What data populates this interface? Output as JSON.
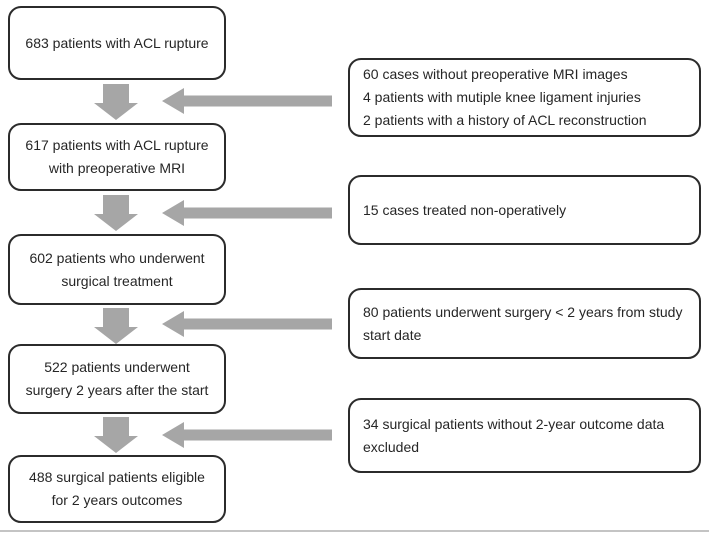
{
  "colors": {
    "arrow": "#a6a6a6",
    "box_border": "#2b2b2b",
    "text": "#262626",
    "background": "#ffffff",
    "bottom_rule": "#c4c4c4"
  },
  "flow_steps": [
    {
      "count": 683,
      "lines": [
        "683 patients with ACL rupture"
      ]
    },
    {
      "count": 617,
      "lines": [
        "617 patients with ACL rupture",
        "with preoperative MRI"
      ]
    },
    {
      "count": 602,
      "lines": [
        "602 patients who underwent",
        "surgical treatment"
      ]
    },
    {
      "count": 522,
      "lines": [
        "522 patients underwent",
        "surgery 2 years after the start"
      ]
    },
    {
      "count": 488,
      "lines": [
        "488 surgical patients eligible",
        "for 2 years outcomes"
      ]
    }
  ],
  "exclusions": [
    {
      "lines": [
        "60 cases without preoperative MRI images",
        "4 patients with mutiple knee ligament injuries",
        "2 patients with a history of ACL reconstruction"
      ]
    },
    {
      "lines": [
        "15 cases treated non-operatively"
      ]
    },
    {
      "lines": [
        "80 patients underwent surgery < 2 years from study",
        "start date"
      ]
    },
    {
      "lines": [
        "34 surgical patients without 2-year outcome data",
        "excluded"
      ]
    }
  ]
}
